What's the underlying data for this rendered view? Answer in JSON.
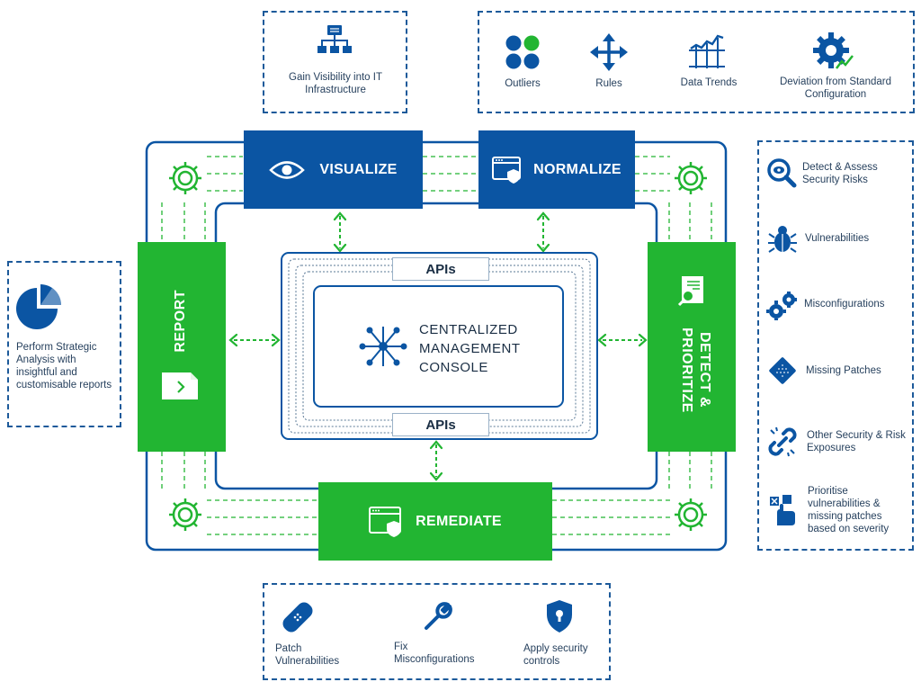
{
  "visibility": {
    "label": "Gain Visibility into IT Infrastructure"
  },
  "normalize_panel": {
    "items": [
      {
        "label": "Outliers",
        "icon": "outliers-icon"
      },
      {
        "label": "Rules",
        "icon": "rules-arrows-icon"
      },
      {
        "label": "Data Trends",
        "icon": "data-trends-icon"
      },
      {
        "label": "Deviation from Standard Configuration",
        "icon": "deviation-gear-icon"
      }
    ]
  },
  "report_panel": {
    "label": "Perform Strategic Analysis with insightful and customisable reports"
  },
  "detect_panel": {
    "items": [
      {
        "label": "Detect & Assess Security Risks",
        "icon": "search-eye-icon"
      },
      {
        "label": "Vulnerabilities",
        "icon": "bug-icon"
      },
      {
        "label": "Misconfigurations",
        "icon": "gears-icon"
      },
      {
        "label": "Missing Patches",
        "icon": "patch-diamond-icon"
      },
      {
        "label": "Other Security & Risk Exposures",
        "icon": "broken-link-icon"
      },
      {
        "label": "Prioritise vulnerabilities & missing patches based on severity",
        "icon": "prioritise-hand-icon"
      }
    ]
  },
  "remediate_panel": {
    "items": [
      {
        "label": "Patch Vulnerabilities",
        "icon": "bandage-icon"
      },
      {
        "label": "Fix Misconfigurations",
        "icon": "wrench-icon"
      },
      {
        "label": "Apply security controls",
        "icon": "shield-lock-icon"
      }
    ]
  },
  "blocks": {
    "visualize": "VISUALIZE",
    "normalize": "NORMALIZE",
    "report": "REPORT",
    "detect": "DETECT & PRIORITIZE",
    "remediate": "REMEDIATE"
  },
  "console": {
    "api_top": "APIs",
    "api_bottom": "APIs",
    "line1": "CENTRALIZED",
    "line2": "MANAGEMENT",
    "line3": "CONSOLE"
  },
  "colors": {
    "blue": "#0b55a3",
    "green": "#22b532",
    "dash_blue": "#1d5a9a"
  }
}
